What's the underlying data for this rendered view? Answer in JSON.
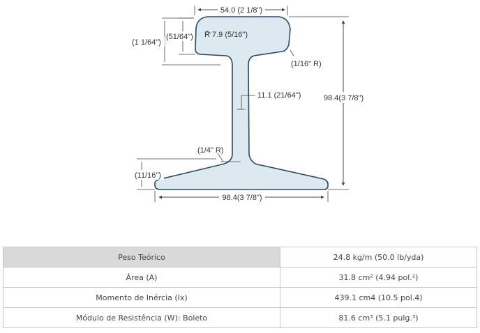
{
  "dimensions": {
    "head_width": "54.0 (2 1/8\")",
    "head_fillet": "R 7.9 (5/16\")",
    "head_corner": "(1/16\" R)",
    "head_depth": "(51/64\")",
    "head_to_web": "(1 1/64\")",
    "web_thickness": "11.1 (21/64\")",
    "base_fillet": "(1/4\" R)",
    "base_edge": "(11/16\")",
    "height": "98.4(3 7/8\")",
    "base_width": "98.4(3 7/8\")"
  },
  "specs": [
    {
      "label": "Peso Teórico",
      "value": "24.8 kg/m (50.0 lb/yda)"
    },
    {
      "label": "Área (A)",
      "value": "31.8 cm² (4.94 pol.²)"
    },
    {
      "label": "Momento de Inércia (Ix)",
      "value": "439.1 cm4 (10.5 pol.4)"
    },
    {
      "label": "Módulo de Resistência (W): Boleto",
      "value": "81.6 cm³ (5.1 pulg.³)"
    }
  ],
  "colors": {
    "profile_fill": "#dde9f0",
    "profile_stroke": "#2c4a5e",
    "header_row": "#d9d9d9"
  }
}
